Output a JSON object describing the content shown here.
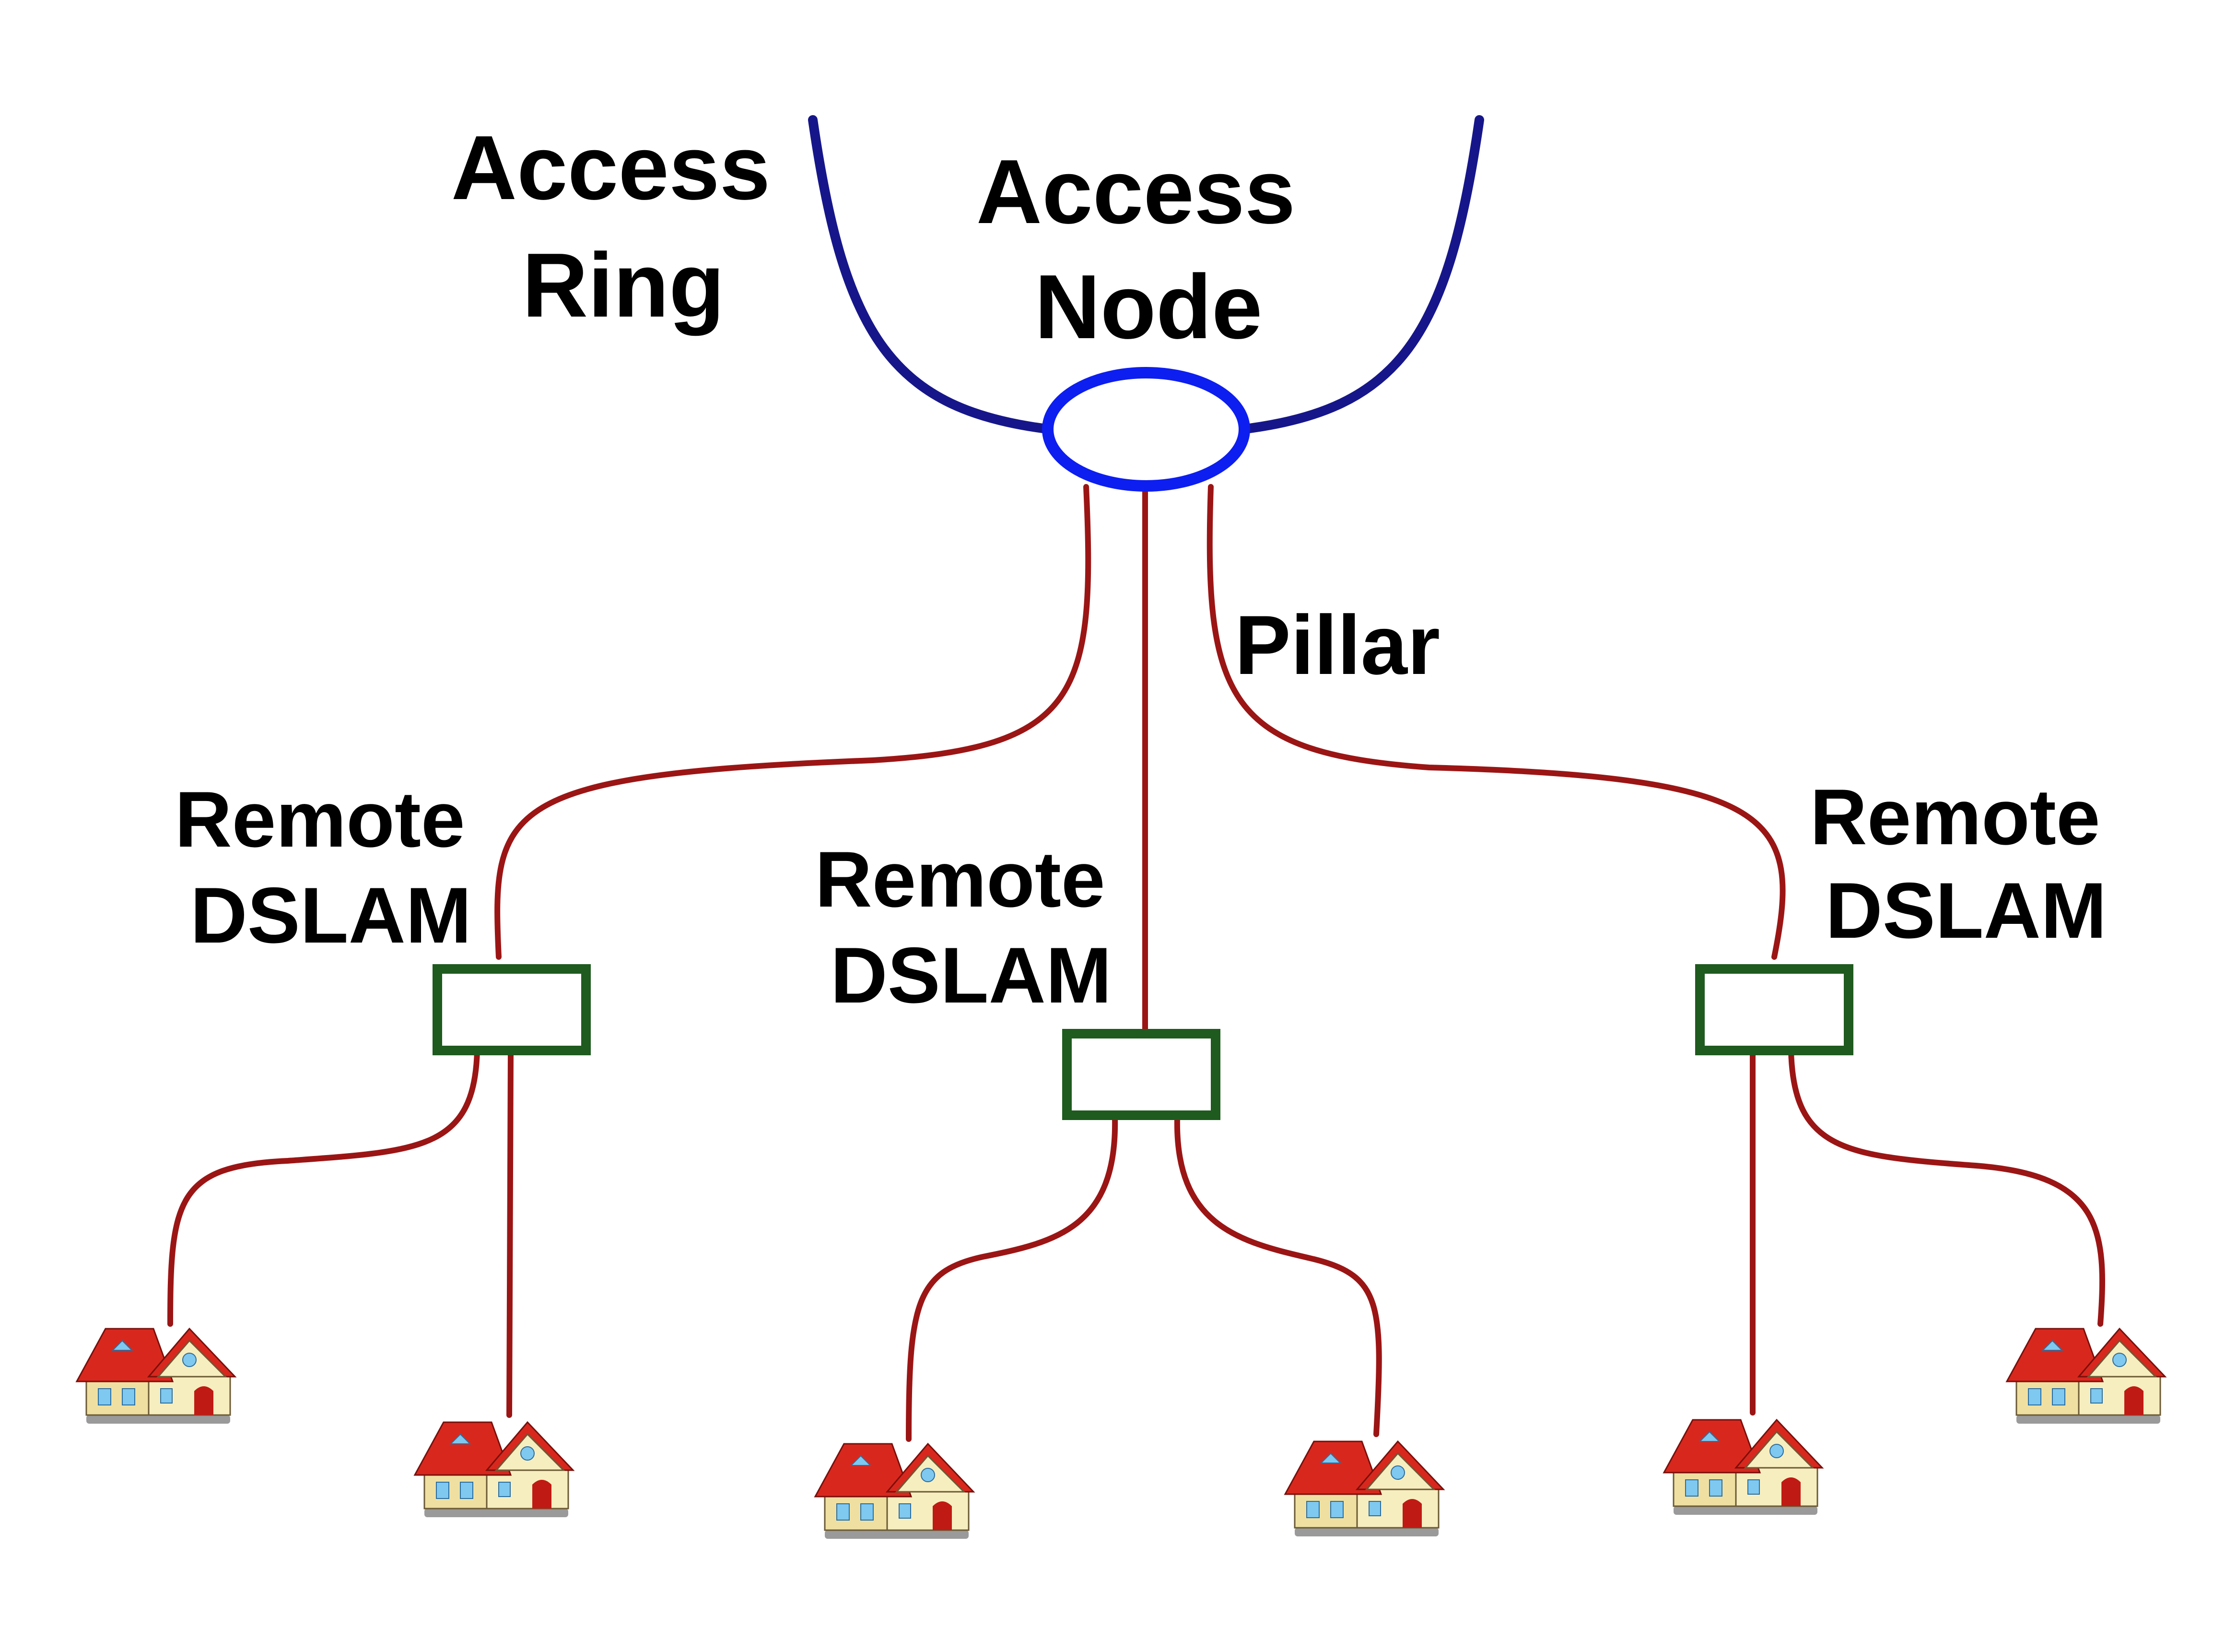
{
  "labels": {
    "access_ring": [
      "Access",
      "Ring"
    ],
    "access_node": [
      "Access",
      "Node"
    ],
    "pillar": "Pillar",
    "dslam_left": [
      "Remote",
      "DSLAM"
    ],
    "dslam_center": [
      "Remote",
      "DSLAM"
    ],
    "dslam_right": [
      "Remote",
      "DSLAM"
    ]
  },
  "colors": {
    "ring": "#16168a",
    "node": "#0d1ef0",
    "link": "#9b1515",
    "dslam": "#1f5a1f",
    "roof": "#d8281e"
  },
  "icons": {
    "house": "house-icon"
  }
}
